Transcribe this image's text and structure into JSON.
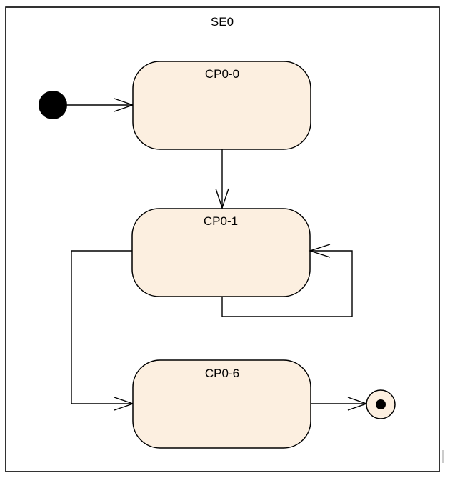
{
  "diagram": {
    "type": "uml-state-machine",
    "composite_state": "SE0",
    "states": [
      "CP0-0",
      "CP0-1",
      "CP0-6"
    ],
    "colors": {
      "state_fill": "#fcefe0",
      "stroke": "#000000",
      "initial_node": "#000000"
    },
    "transitions": [
      {
        "from": "initial",
        "to": "CP0-0"
      },
      {
        "from": "CP0-0",
        "to": "CP0-1"
      },
      {
        "from": "CP0-1",
        "to": "CP0-1"
      },
      {
        "from": "CP0-1",
        "to": "CP0-6"
      },
      {
        "from": "CP0-6",
        "to": "final"
      }
    ]
  }
}
